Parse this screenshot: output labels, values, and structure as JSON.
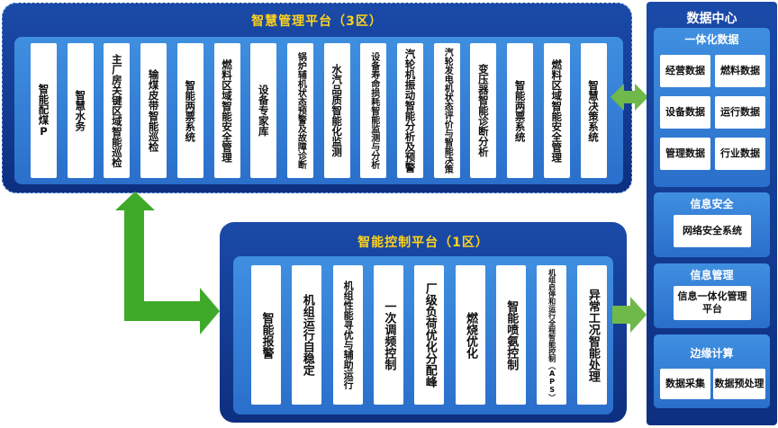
{
  "top_platform": {
    "title": "智慧管理平台（3区）",
    "items": [
      "智能配煤P",
      "智慧水务",
      "主厂房关键区域智能巡检",
      "输煤皮带智能巡检",
      "智能两票系统",
      "燃料区域智能安全管理",
      "设备专家库",
      "锅炉辅机状态预警及故障诊断",
      "水汽品质智能化监测",
      "设备寿命损耗智能监测与分析",
      "汽轮机振动智能分析及预警",
      "汽轮发电机状态评价与智能决策",
      "变压器智能诊断分析",
      "智能两票系统",
      "燃料区域智能安全管理",
      "智慧决策系统"
    ]
  },
  "bottom_platform": {
    "title": "智能控制平台（1区）",
    "items": [
      "智能报警",
      "机组运行自稳定",
      "机组性能寻优与辅助运行",
      "一次调频控制",
      "厂级负荷优化分配峰",
      "燃烧优化",
      "智能喷氨控制",
      "机组启停和运行全程智能控制（APS）",
      "异常工况智能处理"
    ]
  },
  "data_center": {
    "title": "数据中心",
    "integration": {
      "title": "一体化数据",
      "cells": [
        "经营数据",
        "燃料数据",
        "设备数据",
        "运行数据",
        "管理数据",
        "行业数据"
      ]
    },
    "security": {
      "title": "信息安全",
      "cell": "网络安全系统"
    },
    "management": {
      "title": "信息管理",
      "cell": "信息一体化管理平台"
    },
    "edge": {
      "title": "边缘计算",
      "cells": [
        "数据采集",
        "数据预处理"
      ]
    }
  },
  "colors": {
    "panel_dark": "#0e2f80",
    "panel_inner": "#2f78d2",
    "title_yellow": "#ffd21a",
    "arrow_green": "#3faa2a"
  }
}
